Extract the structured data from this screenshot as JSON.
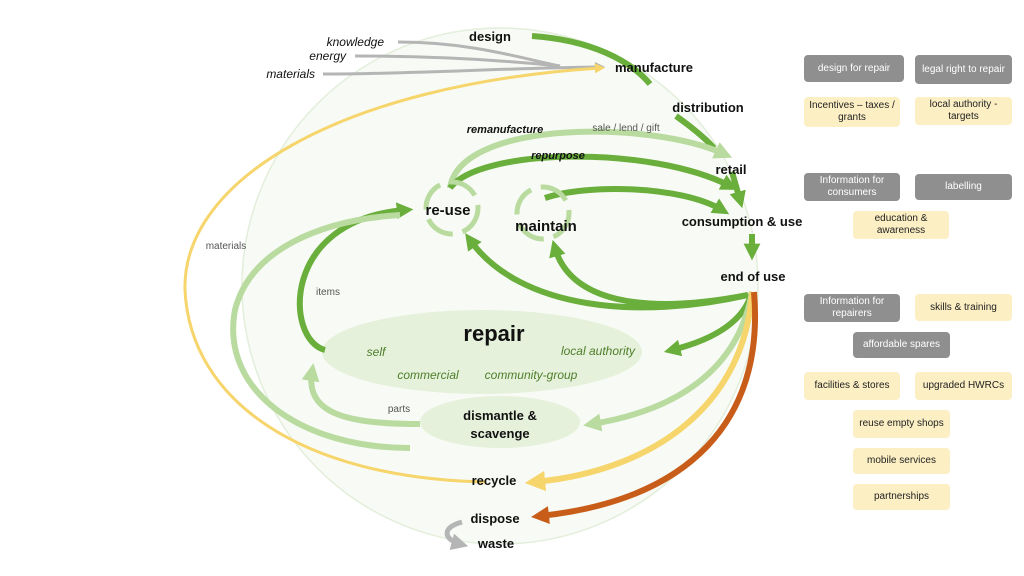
{
  "colors": {
    "green_dark": "#6aae3c",
    "green_light": "#b9dba0",
    "yellow": "#f5d56c",
    "orange": "#c85d19",
    "grey_arrow": "#b5b5b5",
    "bubble": "#e5f1db",
    "tag_grey": "#8f8f8f",
    "tag_yellow": "#fcefc4"
  },
  "diagram": {
    "inputs": {
      "knowledge": "knowledge",
      "energy": "energy",
      "materials": "materials"
    },
    "nodes": {
      "design": "design",
      "manufacture": "manufacture",
      "distribution": "distribution",
      "retail": "retail",
      "consumption": "consumption & use",
      "end_of_use": "end of use",
      "reuse": "re-use",
      "maintain": "maintain",
      "repair": "repair",
      "dismantle_1": "dismantle &",
      "dismantle_2": "scavenge",
      "recycle": "recycle",
      "dispose": "dispose",
      "waste": "waste"
    },
    "routes": {
      "remanufacture": "remanufacture",
      "repurpose": "repurpose",
      "sale": "sale / lend / gift",
      "materials": "materials",
      "items": "items",
      "parts": "parts"
    },
    "repair_types": {
      "self": "self",
      "commercial": "commercial",
      "community": "community-group",
      "local": "local authority"
    }
  },
  "interventions": [
    {
      "label": "design for repair",
      "style": "grey"
    },
    {
      "label": "legal right to repair",
      "style": "grey"
    },
    {
      "label": "Incentives – taxes / grants",
      "style": "yellow"
    },
    {
      "label": "local authority - targets",
      "style": "yellow"
    },
    {
      "label": "Information for consumers",
      "style": "grey"
    },
    {
      "label": "labelling",
      "style": "grey"
    },
    {
      "label": "education & awareness",
      "style": "yellow"
    },
    {
      "label": "Information for repairers",
      "style": "grey"
    },
    {
      "label": "skills & training",
      "style": "yellow"
    },
    {
      "label": "affordable spares",
      "style": "grey"
    },
    {
      "label": "facilities & stores",
      "style": "yellow"
    },
    {
      "label": "upgraded HWRCs",
      "style": "yellow"
    },
    {
      "label": "reuse empty shops",
      "style": "yellow"
    },
    {
      "label": "mobile services",
      "style": "yellow"
    },
    {
      "label": "partnerships",
      "style": "yellow"
    }
  ]
}
